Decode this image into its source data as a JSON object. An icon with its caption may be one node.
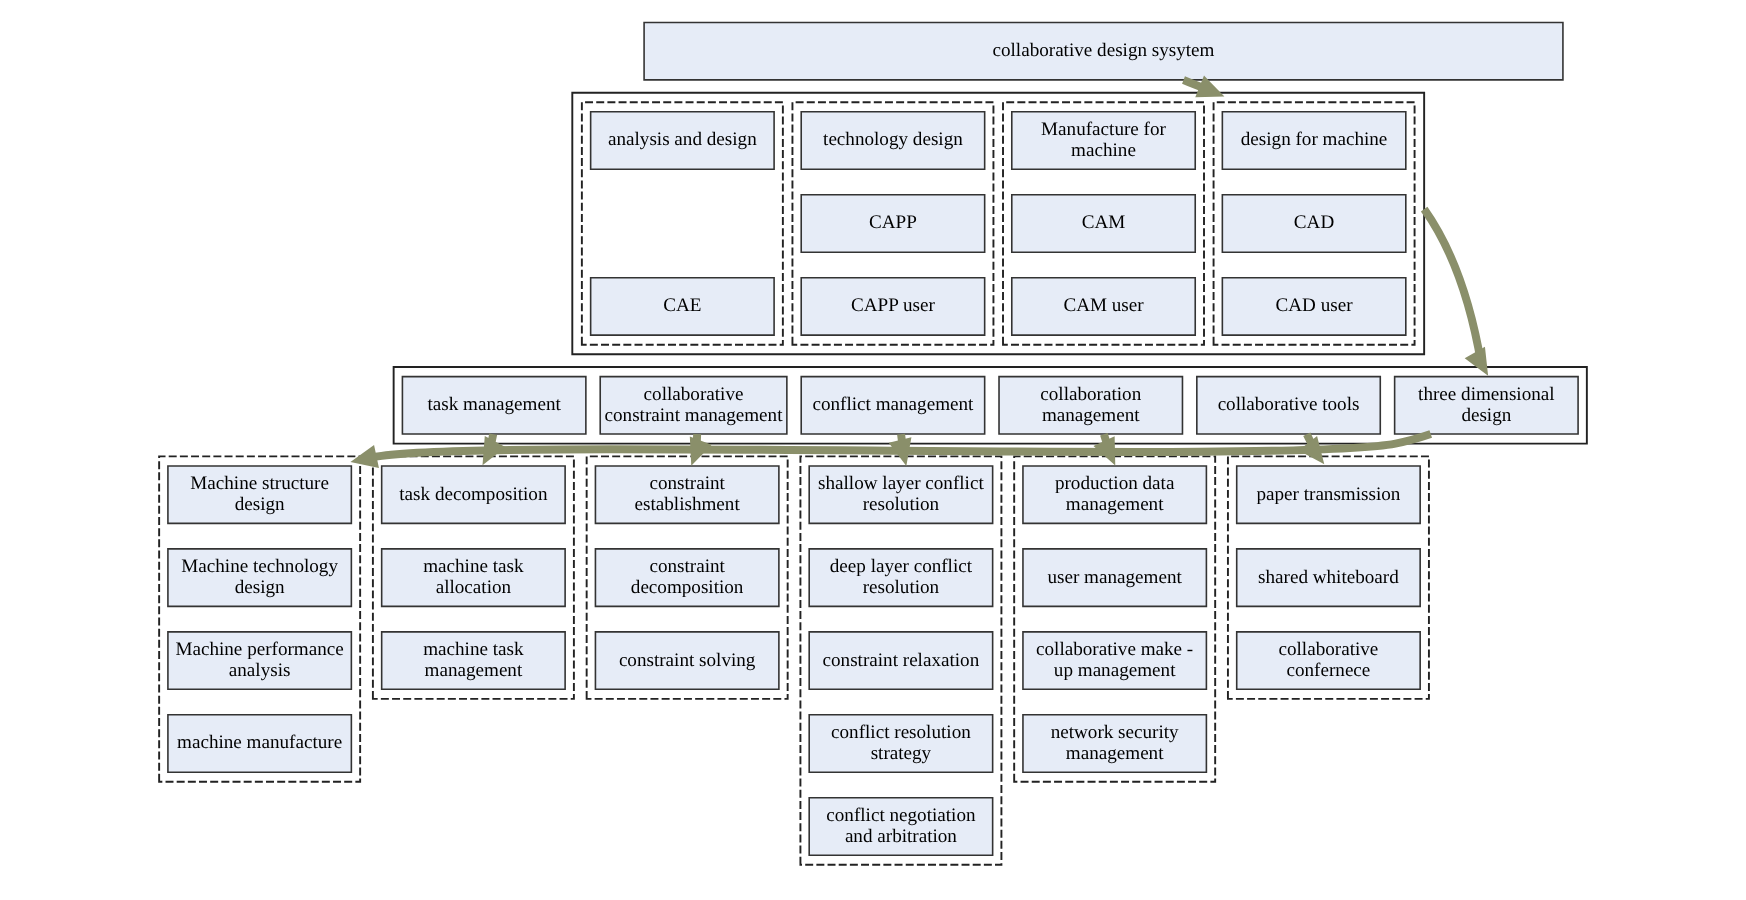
{
  "diagram": {
    "nodes": [
      {
        "text": [
          "collaborative design sysytem"
        ]
      },
      {
        "text": [],
        "shape": "box"
      },
      {
        "text": [],
        "shape": "box",
        "in": 1
      },
      {
        "text": [
          "design for machine"
        ],
        "in": 2
      },
      {
        "text": [
          "CAD"
        ],
        "in": 2
      },
      {
        "text": [
          "CAD user"
        ],
        "in": 2
      },
      {
        "text": [],
        "shape": "box",
        "in": 1
      },
      {
        "text": [
          "Manufacture for machine"
        ],
        "in": 6
      },
      {
        "text": [
          "CAM"
        ],
        "in": 6
      },
      {
        "text": [
          "CAM user"
        ],
        "in": 6
      },
      {
        "text": [],
        "shape": "box",
        "in": 1
      },
      {
        "text": [
          "technology design"
        ],
        "in": 10
      },
      {
        "text": [
          "CAPP"
        ],
        "in": 10
      },
      {
        "text": [
          "CAPP user"
        ],
        "in": 10
      },
      {
        "text": [],
        "shape": "box",
        "in": 1
      },
      {
        "text": [
          "analysis and design"
        ],
        "in": 14
      },
      {
        "text": [
          "CAE"
        ],
        "in": 14
      },
      {
        "text": [],
        "shape": "box"
      },
      {
        "text": [
          "three dimensional design"
        ],
        "in": 17
      },
      {
        "text": [
          "task management"
        ],
        "in": 17
      },
      {
        "text": [
          "collaborative constraint management"
        ],
        "in": 17
      },
      {
        "text": [
          "conflict management"
        ],
        "in": 17
      },
      {
        "text": [
          "collaboration management"
        ],
        "in": 17
      },
      {
        "text": [
          "collaborative tools"
        ],
        "in": 17
      },
      {
        "text": [],
        "shape": "box"
      },
      {
        "text": [
          "Machine structure design"
        ],
        "in": 24
      },
      {
        "text": [
          "Machine technology design"
        ],
        "in": 24
      },
      {
        "text": [
          "Machine performance analysis"
        ],
        "in": 24
      },
      {
        "text": [
          "machine manufacture"
        ],
        "in": 24
      },
      {
        "text": [],
        "shape": "box"
      },
      {
        "text": [
          "task decomposition"
        ],
        "in": 29
      },
      {
        "text": [
          "machine task allocation"
        ],
        "in": 29
      },
      {
        "text": [
          "machine task management"
        ],
        "in": 29
      },
      {
        "text": [],
        "shape": "box"
      },
      {
        "text": [
          "constraint establishment"
        ],
        "in": 33
      },
      {
        "text": [
          "constraint decomposition"
        ],
        "in": 33
      },
      {
        "text": [
          "constraint solving"
        ],
        "in": 33
      },
      {
        "text": [],
        "shape": "box"
      },
      {
        "text": [
          "shallow layer conflict resolution"
        ],
        "in": 37
      },
      {
        "text": [
          "deep layer conflict resolution"
        ],
        "in": 37
      },
      {
        "text": [
          "constraint relaxation"
        ],
        "in": 37
      },
      {
        "text": [
          "conflict resolution strategy"
        ],
        "in": 37
      },
      {
        "text": [
          "conflict negotiation and arbitration"
        ],
        "in": 37
      },
      {
        "text": [],
        "shape": "box"
      },
      {
        "text": [
          "production data management"
        ],
        "in": 43
      },
      {
        "text": [
          "user management"
        ],
        "in": 43
      },
      {
        "text": [
          "collaborative make - up management"
        ],
        "in": 43
      },
      {
        "text": [
          "network security management"
        ],
        "in": 43
      },
      {
        "text": [],
        "shape": "box"
      },
      {
        "text": [
          "paper transmission"
        ],
        "in": 48
      },
      {
        "text": [
          "shared whiteboard"
        ],
        "in": 48
      },
      {
        "text": [
          "collaborative confernece"
        ],
        "in": 48
      }
    ],
    "edges": [
      {
        "from": 0,
        "to": 1,
        "arrow": "to"
      },
      {
        "from": 1,
        "to": 17,
        "arrow": "to"
      },
      {
        "from": 18,
        "to": 24,
        "arrow": "to"
      },
      {
        "from": 19,
        "to": 29,
        "arrow": "to"
      },
      {
        "from": 20,
        "to": 33,
        "arrow": "to"
      },
      {
        "from": 21,
        "to": 37,
        "arrow": "to"
      },
      {
        "from": 22,
        "to": 43,
        "arrow": "to"
      },
      {
        "from": 23,
        "to": 48,
        "arrow": "to"
      }
    ]
  }
}
